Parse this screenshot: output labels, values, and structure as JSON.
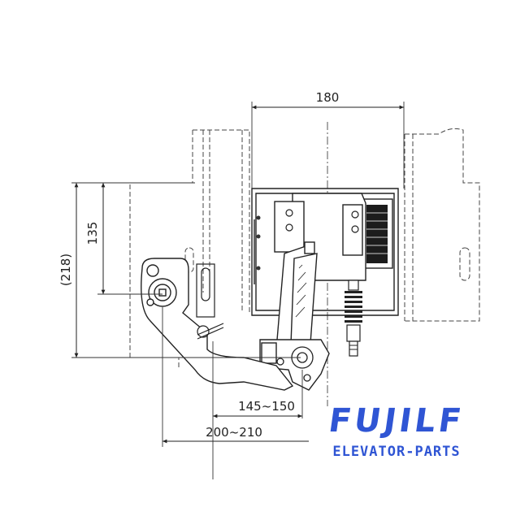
{
  "drawing": {
    "dimensions": {
      "width_top": "180",
      "height_inner": "135",
      "height_outer": "(218)",
      "span_short": "145~150",
      "span_long": "200~210"
    }
  },
  "brand": {
    "name": "FUJILF",
    "tagline": "ELEVATOR-PARTS",
    "color": "#2f55d4"
  }
}
